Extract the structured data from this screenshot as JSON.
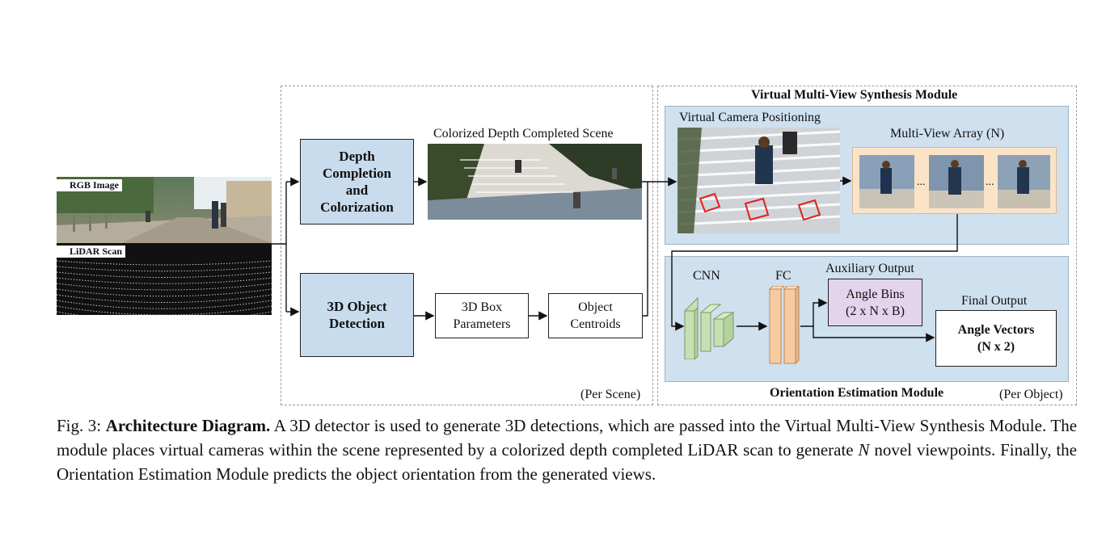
{
  "left_inputs": {
    "rgb_label": "RGB Image",
    "lidar_label": "LiDAR Scan"
  },
  "per_scene": {
    "depth_box": "Depth\nCompletion\nand\nColorization",
    "colorized_label": "Colorized Depth Completed Scene",
    "detection_box": "3D Object\nDetection",
    "box_params": "3D Box\nParameters",
    "centroids": "Object\nCentroids",
    "footer": "(Per Scene)"
  },
  "synthesis": {
    "title": "Virtual Multi-View Synthesis Module",
    "camera_label": "Virtual Camera Positioning",
    "array_label": "Multi-View Array (N)",
    "ellipsis": "..."
  },
  "orientation": {
    "cnn": "CNN",
    "fc": "FC",
    "aux_label": "Auxiliary Output",
    "angle_bins": "Angle Bins\n(2 x N x B)",
    "final_label": "Final Output",
    "angle_vectors": "Angle Vectors\n(N x 2)",
    "title": "Orientation Estimation Module",
    "footer": "(Per Object)"
  },
  "caption": {
    "prefix": "Fig. 3: ",
    "bold": "Architecture Diagram.",
    "text_a": " A 3D detector is used to generate 3D detections, which are passed into the Virtual Multi-View Synthesis Module. The module places virtual cameras within the scene represented by a colorized depth completed LiDAR scan to generate ",
    "italic": "N",
    "text_b": " novel viewpoints. Finally, the Orientation Estimation Module predicts the object orientation from the generated views."
  },
  "colors": {
    "module_blue": "#c9dcee",
    "panel_blue": "#cfe0ef",
    "peach": "#fbe3c8",
    "cnn_green": "#c6e0b4",
    "fc_orange": "#f8cba0",
    "bins_purple": "#e3d3ec",
    "box_red": "#e02020"
  }
}
